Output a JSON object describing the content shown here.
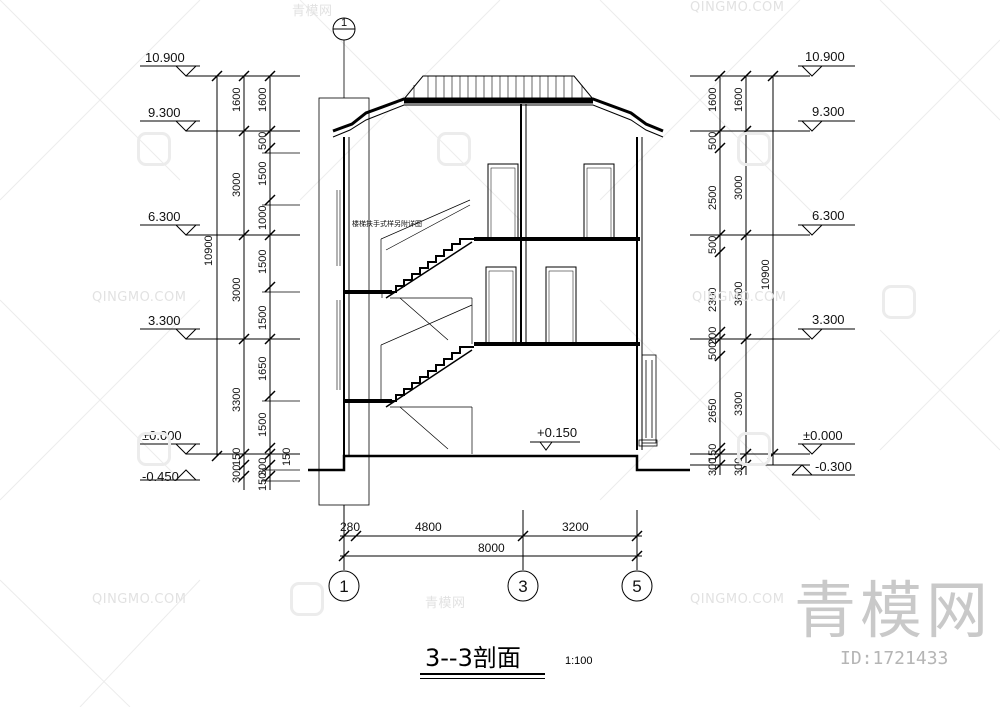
{
  "drawing": {
    "title": "3--3剖面",
    "scale": "1:100",
    "annotation": "楼梯扶手式样另附详图",
    "floor_mark": "+0.150"
  },
  "left_elevations": [
    "10.900",
    "9.300",
    "6.300",
    "3.300",
    "±0.000",
    "-0.450"
  ],
  "right_elevations": [
    "10.900",
    "9.300",
    "6.300",
    "3.300",
    "±0.000",
    "-0.300"
  ],
  "left_dims": {
    "total": "10900",
    "inner": [
      "1600",
      "3000",
      "3000",
      "3300",
      "150",
      "300"
    ],
    "outer": [
      "1600",
      "500",
      "1500",
      "1000",
      "1500",
      "1500",
      "1650",
      "1500",
      "150",
      "300",
      "150"
    ]
  },
  "right_dims": {
    "total": "10900",
    "inner": [
      "1600",
      "3000",
      "3600",
      "3300",
      "300"
    ],
    "outer": [
      "1600",
      "500",
      "2500",
      "500",
      "2300",
      "200",
      "500",
      "2650",
      "150",
      "300"
    ]
  },
  "bottom_dims": {
    "segments": [
      "280",
      "4800",
      "3200"
    ],
    "total": "8000"
  },
  "axes": [
    "1",
    "3",
    "5"
  ],
  "top_axis": "1",
  "watermark": {
    "brand_en": "QINGMO.COM",
    "brand_cn": "青模网",
    "id": "ID:1721433"
  }
}
